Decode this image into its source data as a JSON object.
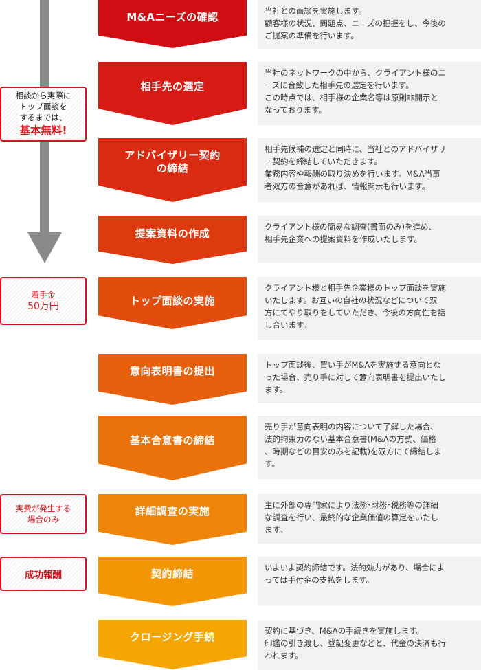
{
  "badges": {
    "free": {
      "line1": "相談から実際に",
      "line2": "トップ面談を",
      "line3": "するまでは、",
      "highlight": "基本無料!"
    },
    "retainer": {
      "line1": "着手金",
      "line2": "50万円"
    },
    "expenses": {
      "line1": "実費が発生する",
      "line2": "場合のみ"
    },
    "success": {
      "line1": "成功報酬"
    }
  },
  "steps": [
    {
      "label": "M&Aニーズの確認",
      "desc": "当社との面談を実施します。\n顧客様の状況、問題点、ニーズの把握をし、今後の\nご提案の準備を行います。"
    },
    {
      "label": "相手先の選定",
      "desc": "当社のネットワークの中から、クライアント様のニ\nーズに合致した相手先の選定を行います。\nこの時点では、相手様の企業名等は原則非開示と\nなっております。"
    },
    {
      "label": "アドバイザリー契約\nの締結",
      "desc": "相手先候補の選定と同時に、当社とのアドバイザリ\nー契約を締結していただきます。\n業務内容や報酬の取り決めを行います。M&A当事\n者双方の合意があれば、情報開示も行います。"
    },
    {
      "label": "提案資料の作成",
      "desc": "クライアント様の簡易な調査(書面のみ)を進め、\n相手先企業への提案資料を作成いたします。"
    },
    {
      "label": "トップ面談の実施",
      "desc": "クライアント様と相手先企業様のトップ面談を実施\nいたします。お互いの自社の状況などについて双\n方にてやり取りをしていただき、今後の方向性を話\nし合います。"
    },
    {
      "label": "意向表明書の提出",
      "desc": "トップ面談後、買い手がM&Aを実施する意向とな\nった場合、売り手に対して意向表明書を提出いたし\nます。"
    },
    {
      "label": "基本合意書の締結",
      "desc": "売り手が意向表明の内容について了解した場合、\n法的拘束力のない基本合意書(M&Aの方式、価格\n、時期などの目安のみを記載)を双方にて締結しま\nす。"
    },
    {
      "label": "詳細調査の実施",
      "desc": "主に外部の専門家により法務･財務･税務等の詳細\nな調査を行い、最終的な企業価値の算定をいたし\nます。"
    },
    {
      "label": "契約締結",
      "desc": "いよいよ契約締結です。法的効力があり、場合によ\nっては手付金の支払をします。"
    },
    {
      "label": "クロージング手続",
      "desc": "契約に基づき、M&Aの手続きを実施します。\n印鑑の引き渡し、登記変更などと、代金の決済も行\nわれます。"
    }
  ],
  "colors": {
    "accent_red": "#d4141c",
    "flow_arrow": "#8a8a8a",
    "desc_bg": "#f2f2f2",
    "step_gradient": [
      "#d10d14",
      "#d51b14",
      "#da2a12",
      "#de3a10",
      "#e24d0e",
      "#e65f0c",
      "#ea720a",
      "#ee8508",
      "#f29606",
      "#f5a603"
    ]
  }
}
